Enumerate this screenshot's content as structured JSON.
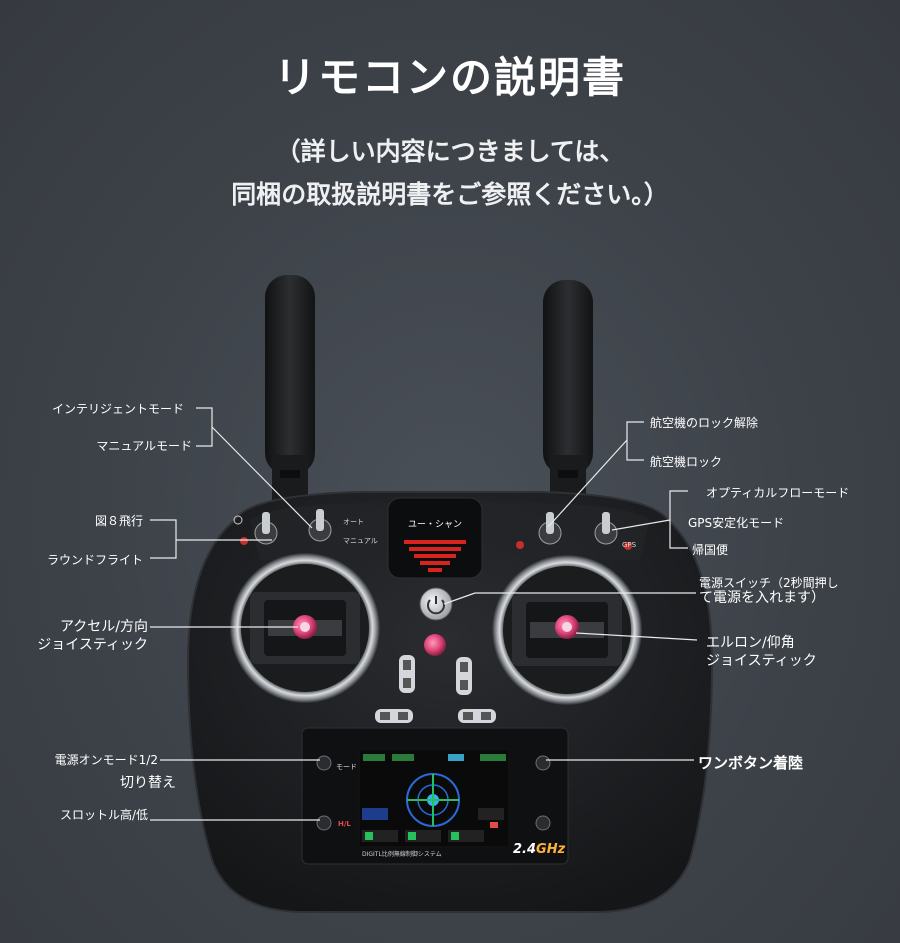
{
  "header": {
    "title": "リモコンの説明書",
    "subtitle_line1": "（詳しい内容につきましては、",
    "subtitle_line2": "同梱の取扱説明書をご参照ください。）"
  },
  "device": {
    "brand_text": "ユー・シャン",
    "frequency_main": "2.4",
    "frequency_unit": "GHz",
    "screen_caption": "DIGITL比例無線制御システム",
    "switch_labels": {
      "auto": "オート",
      "manual": "マニュアル",
      "mode": "モード",
      "hl": "H/L",
      "gps": "GPS"
    }
  },
  "labels": {
    "intelligent_mode": "インテリジェントモード",
    "manual_mode": "マニュアルモード",
    "figure8": "図８飛行",
    "round_flight": "ラウンドフライト",
    "left_stick_1": "アクセル/方向",
    "left_stick_2": "ジョイスティック",
    "power_on_mode": "電源オンモード1/2",
    "switch_toggle": "切り替え",
    "throttle": "スロットル高/低",
    "unlock": "航空機のロック解除",
    "lock": "航空機ロック",
    "optical_flow": "オプティカルフローモード",
    "gps_stable": "GPS安定化モード",
    "return_home": "帰国便",
    "power_switch_1": "電源スイッチ（2秒間押し",
    "power_switch_2": "て電源を入れます）",
    "right_stick_1": "エルロン/仰角",
    "right_stick_2": "ジョイスティック",
    "one_key_landing": "ワンボタン着陸"
  },
  "colors": {
    "background": "#3d4249",
    "body": "#1f2124",
    "stick_accent": "#e0457a",
    "brand_red": "#d8231f",
    "ghz_accent": "#ffb23a"
  }
}
